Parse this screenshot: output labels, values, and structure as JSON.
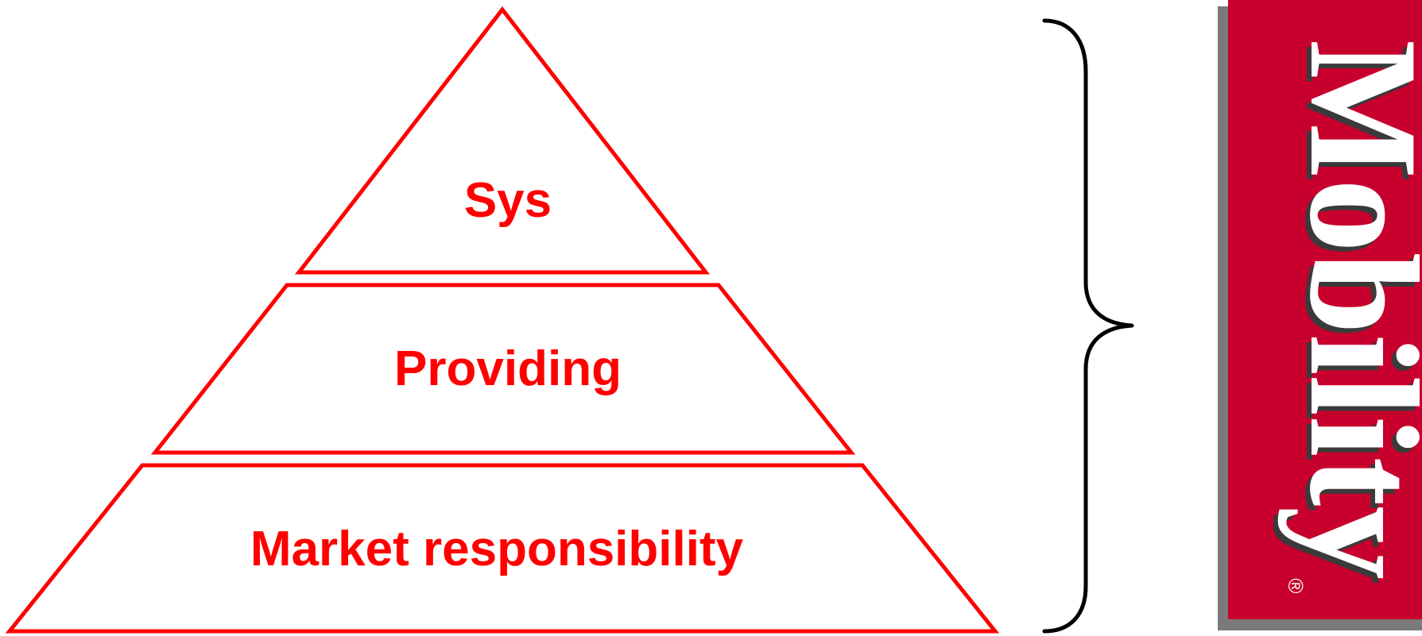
{
  "colors": {
    "tier_stroke": "#ff0000",
    "tier_text": "#ff0000",
    "brace": "#000000",
    "logo_background": "#c8002d",
    "logo_text": "#ffffff",
    "logo_shadow": "#7a7a7a"
  },
  "pyramid": {
    "tiers": [
      {
        "label": "Sys"
      },
      {
        "label": "Providing"
      },
      {
        "label": "Market responsibility"
      }
    ]
  },
  "brace": {
    "icon": "right-curly-brace-icon"
  },
  "logo": {
    "text": "Mobility",
    "mark": "®"
  }
}
